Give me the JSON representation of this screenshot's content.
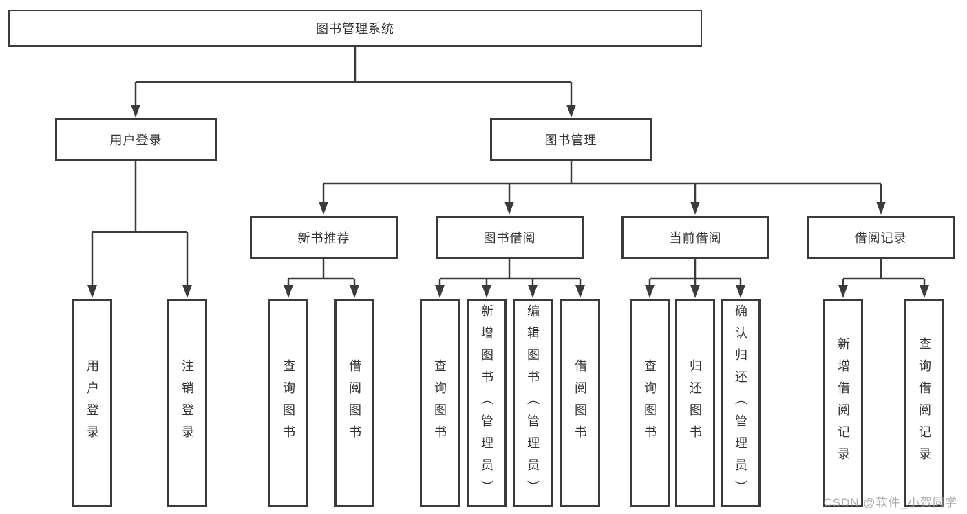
{
  "tree": {
    "root": {
      "label": "图书管理系统"
    },
    "branches": [
      {
        "label": "用户登录",
        "leaves": [
          {
            "label": "用户登录"
          },
          {
            "label": "注销登录"
          }
        ]
      },
      {
        "label": "图书管理",
        "sections": [
          {
            "label": "新书推荐",
            "leaves": [
              {
                "label": "查询图书"
              },
              {
                "label": "借阅图书"
              }
            ]
          },
          {
            "label": "图书借阅",
            "leaves": [
              {
                "label": "查询图书"
              },
              {
                "label": "新增图书（管理员）"
              },
              {
                "label": "编辑图书（管理员）"
              },
              {
                "label": "借阅图书"
              }
            ]
          },
          {
            "label": "当前借阅",
            "leaves": [
              {
                "label": "查询图书"
              },
              {
                "label": "归还图书"
              },
              {
                "label": "确认归还（管理员）"
              }
            ]
          },
          {
            "label": "借阅记录",
            "leaves": [
              {
                "label": "新增借阅记录"
              },
              {
                "label": "查询借阅记录"
              }
            ]
          }
        ]
      }
    ]
  },
  "watermark": {
    "text": "CSDN @软件_小贺同学"
  },
  "colors": {
    "line": "#3b3b3b",
    "box_border": "#3b3b3b",
    "text": "#333333",
    "background": "#ffffff",
    "watermark": "#9e9e9e"
  }
}
